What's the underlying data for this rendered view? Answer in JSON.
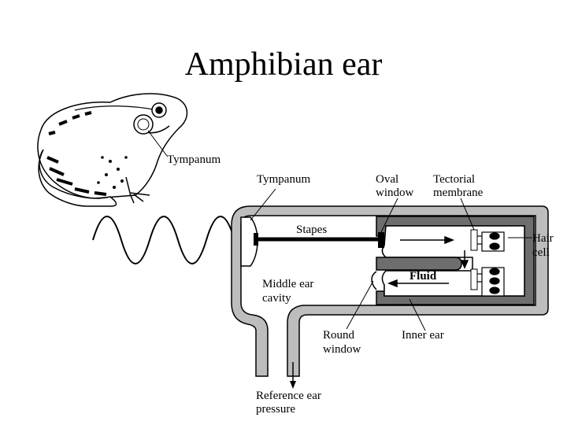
{
  "title": "Amphibian ear",
  "frog": {
    "label": "Tympanum"
  },
  "diagram": {
    "labels": {
      "tympanum": "Tympanum",
      "oval_window_1": "Oval",
      "oval_window_2": "window",
      "tectorial_1": "Tectorial",
      "tectorial_2": "membrane",
      "stapes": "Stapes",
      "hair_cell_1": "Hair",
      "hair_cell_2": "cell",
      "fluid": "Fluid",
      "middle_ear_1": "Middle ear",
      "middle_ear_2": "cavity",
      "round_window_1": "Round",
      "round_window_2": "window",
      "inner_ear": "Inner ear",
      "reference_1": "Reference ear",
      "reference_2": "pressure"
    },
    "colors": {
      "wall": "#bdbdbd",
      "inner_wall": "#6e6e6e",
      "stroke": "#000000"
    }
  }
}
